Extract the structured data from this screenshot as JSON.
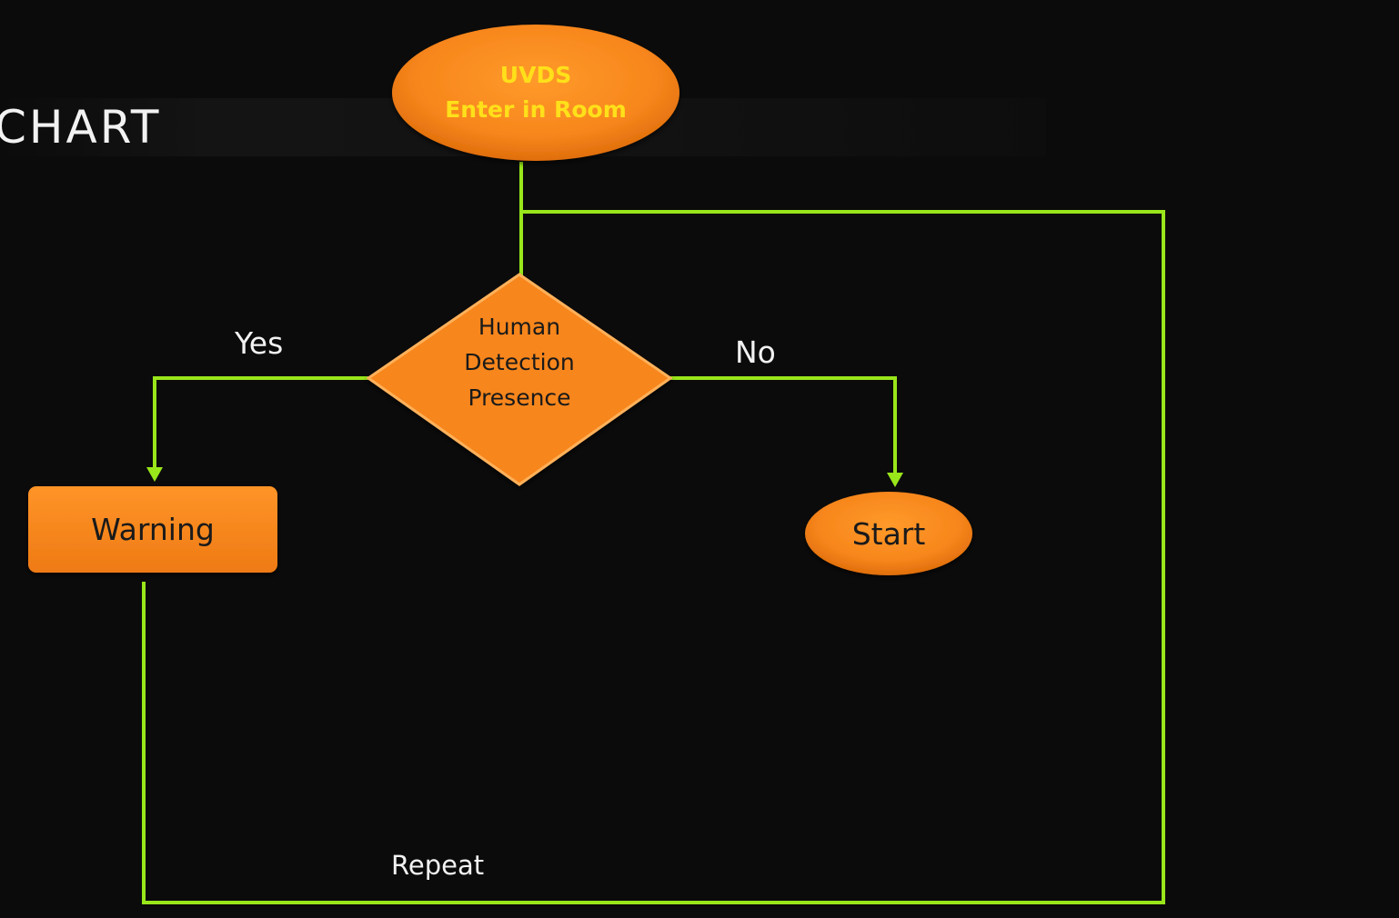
{
  "header": {
    "title": "CHART"
  },
  "nodes": {
    "start": {
      "line1": "UVDS",
      "line2": "Enter in Room"
    },
    "decision": {
      "line1": "Human",
      "line2": "Detection",
      "line3": "Presence"
    },
    "warning": {
      "label": "Warning"
    },
    "end": {
      "label": "Start"
    }
  },
  "edges": {
    "yes": "Yes",
    "no": "No",
    "repeat": "Repeat"
  },
  "colors": {
    "background": "#0b0b0b",
    "node_fill": "#f7861c",
    "connector": "#99e61a",
    "start_text": "#ffe01a"
  }
}
